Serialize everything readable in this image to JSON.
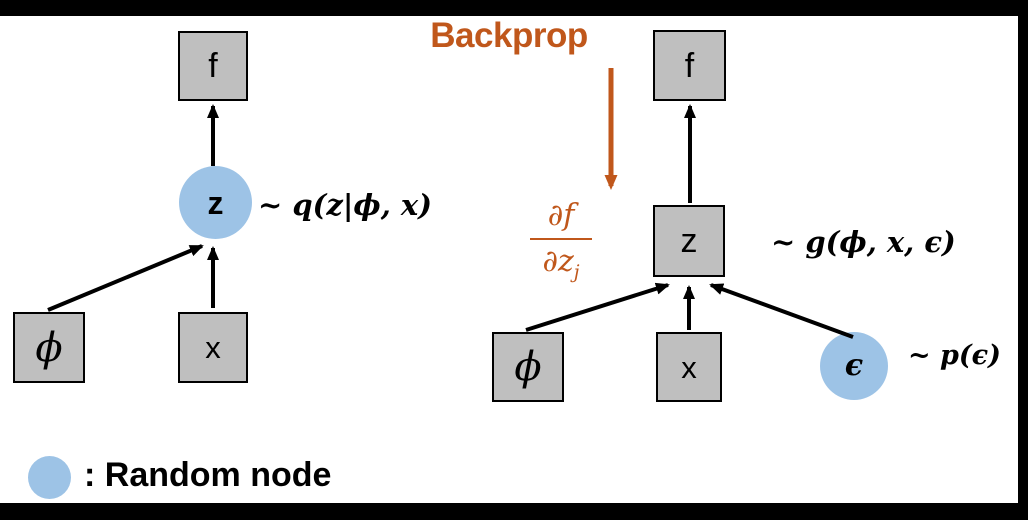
{
  "colors": {
    "accent_orange": "#C0571B",
    "node_blue": "#9DC3E6",
    "node_gray": "#BFBFBF",
    "node_border": "#000000",
    "frame": "#000000"
  },
  "backprop": {
    "label": "Backprop"
  },
  "gradient_fraction": {
    "numerator": "∂f",
    "denominator": "∂z",
    "denominator_sub": "j"
  },
  "left_graph": {
    "f_label": "f",
    "z_label": "z",
    "phi_label": "ϕ",
    "x_label": "x",
    "z_annotation": "~ q(z|ϕ, x)"
  },
  "right_graph": {
    "f_label": "f",
    "z_label": "z",
    "phi_label": "ϕ",
    "x_label": "x",
    "epsilon_label": "ϵ",
    "z_annotation": "~ g(ϕ, x, ϵ)",
    "epsilon_annotation": "~ p(ϵ)"
  },
  "legend": {
    "label": ": Random node"
  }
}
